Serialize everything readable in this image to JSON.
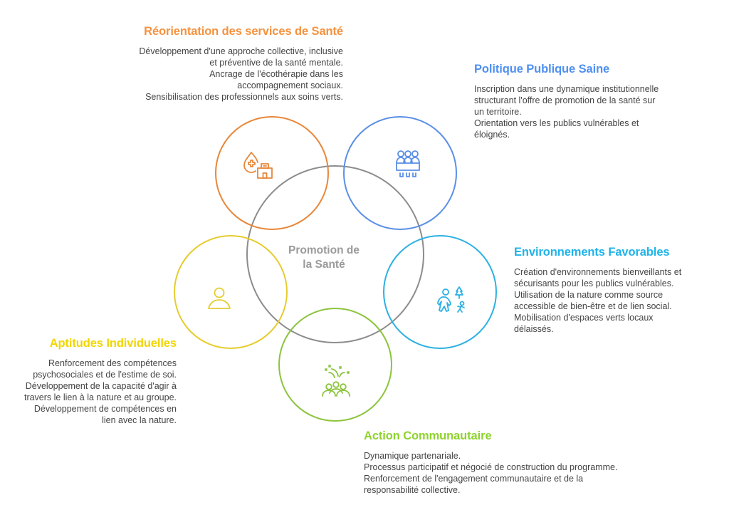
{
  "center": {
    "label": "Promotion de\nla Santé",
    "color": "#8c8c8c"
  },
  "sections": [
    {
      "id": "reorientation",
      "title": "Réorientation des services de Santé",
      "color": "#f5923e",
      "stroke": "#e8873a",
      "icon": "health-drop-hospital-icon",
      "text": "Développement d'une approche collective, inclusive\net préventive de la santé mentale.\nAncrage de l'écothérapie dans les\naccompagnement sociaux.\nSensibilisation des professionnels aux soins verts."
    },
    {
      "id": "politique",
      "title": "Politique Publique Saine",
      "color": "#4f90f0",
      "stroke": "#5b8fe6",
      "icon": "council-meeting-icon",
      "text": "Inscription dans une dynamique institutionnelle\nstructurant l'offre de promotion de la santé sur\nun territoire.\nOrientation vers les publics vulnérables et\néloignés."
    },
    {
      "id": "environnements",
      "title": "Environnements Favorables",
      "color": "#1eb4ea",
      "stroke": "#2db1e3",
      "icon": "family-nature-walk-icon",
      "text": "Création d'environnements bienveillants et\nsécurisants pour les publics vulnérables.\nUtilisation de la nature comme source\naccessible de bien-être et de lien social.\nMobilisation d'espaces verts locaux\ndélaissés."
    },
    {
      "id": "action",
      "title": "Action Communautaire",
      "color": "#8fd32e",
      "stroke": "#8cc43d",
      "icon": "community-celebration-icon",
      "text": "Dynamique partenariale.\nProcessus participatif et négocié de construction du programme.\nRenforcement de l'engagement communautaire et de la\nresponsabilité collective."
    },
    {
      "id": "aptitudes",
      "title": "Aptitudes Individuelles",
      "color": "#f2d500",
      "stroke": "#e6cc2e",
      "icon": "person-icon",
      "text": "Renforcement des compétences\npsychosociales et de l'estime de soi.\nDéveloppement de la capacité d'agir à\ntravers le lien à la nature et au groupe.\nDéveloppement de compétences en\nlien avec la nature."
    }
  ]
}
